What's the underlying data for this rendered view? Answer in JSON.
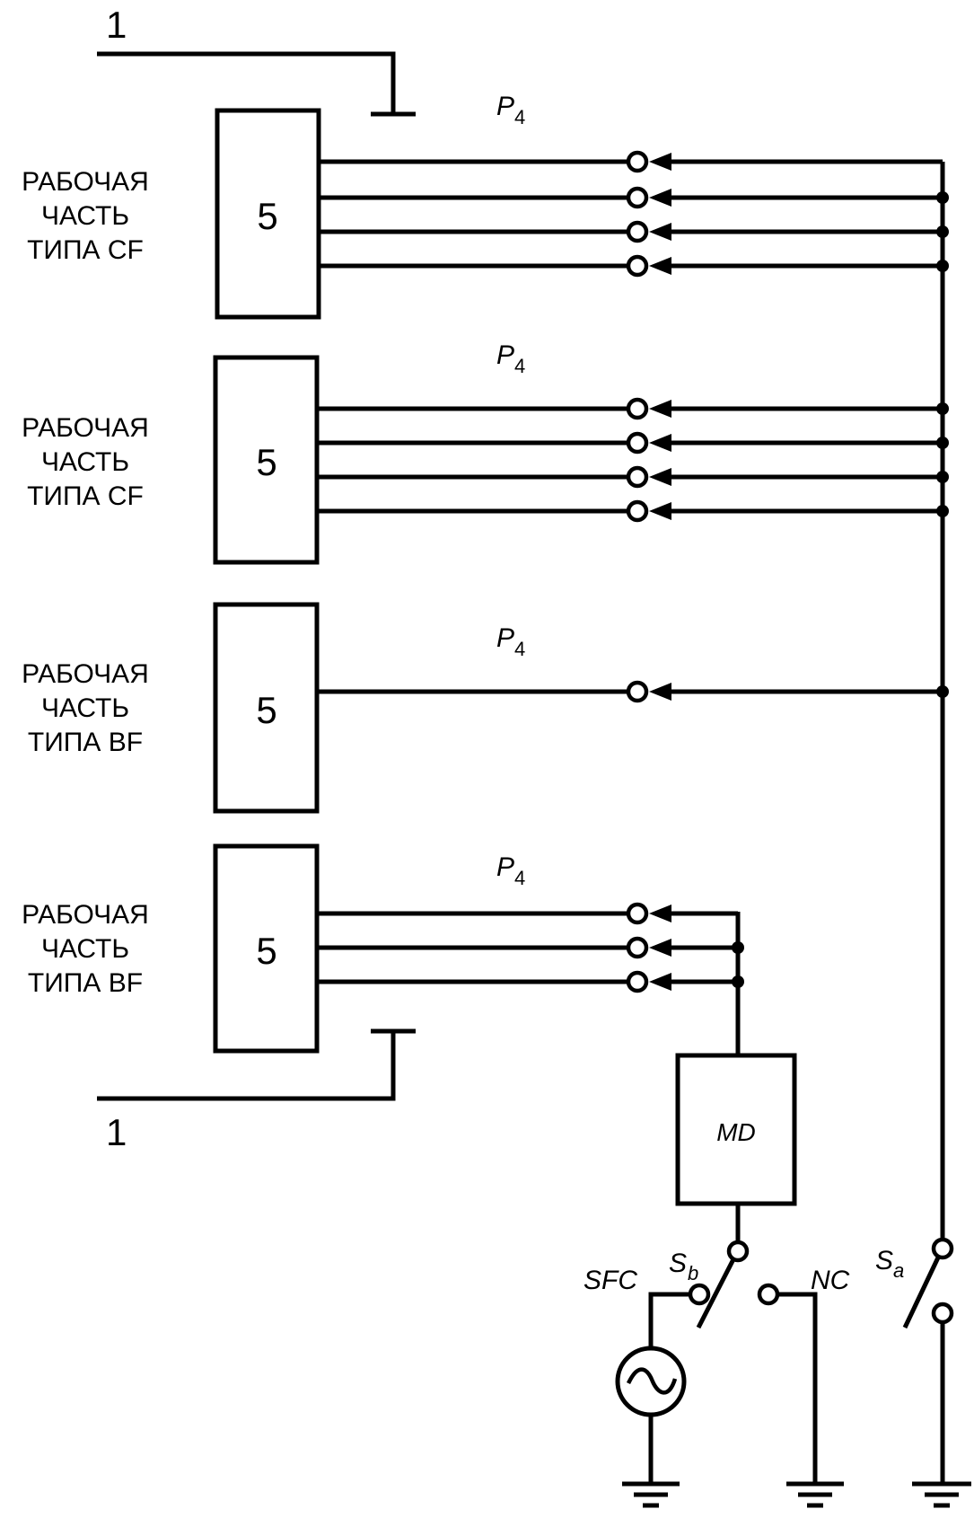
{
  "diagram": {
    "boundary_label": "1",
    "parts": [
      {
        "block": "5",
        "label_lines": [
          "РАБОЧАЯ",
          "ЧАСТЬ",
          "ТИПА CF"
        ],
        "probe": "P",
        "probe_sub": "4",
        "lead_count": 4
      },
      {
        "block": "5",
        "label_lines": [
          "РАБОЧАЯ",
          "ЧАСТЬ",
          "ТИПА CF"
        ],
        "probe": "P",
        "probe_sub": "4",
        "lead_count": 4
      },
      {
        "block": "5",
        "label_lines": [
          "РАБОЧАЯ",
          "ЧАСТЬ",
          "ТИПА BF"
        ],
        "probe": "P",
        "probe_sub": "4",
        "lead_count": 1
      },
      {
        "block": "5",
        "label_lines": [
          "РАБОЧАЯ",
          "ЧАСТЬ",
          "ТИПА BF"
        ],
        "probe": "P",
        "probe_sub": "4",
        "lead_count": 3
      }
    ],
    "md": "MD",
    "sfc": "SFC",
    "nc": "NC",
    "switch_b": {
      "main": "S",
      "sub": "b"
    },
    "switch_a": {
      "main": "S",
      "sub": "a"
    },
    "source_symbol": "ac-source-icon",
    "ground_symbol": "ground-icon"
  }
}
